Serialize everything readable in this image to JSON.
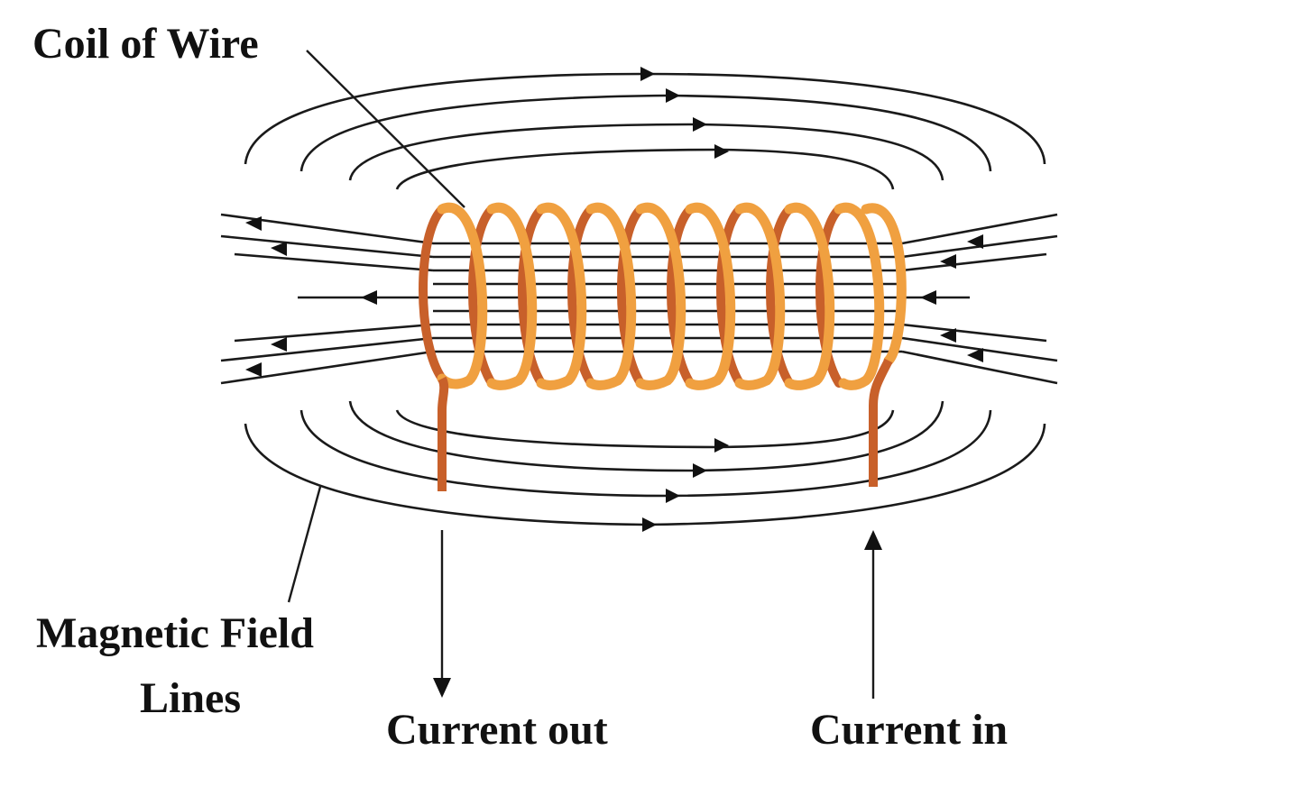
{
  "labels": {
    "coil_of_wire": "Coil of Wire",
    "magnetic_field_line1": "Magnetic Field",
    "magnetic_field_line2": "Lines",
    "current_out": "Current out",
    "current_in": "Current in"
  },
  "colors": {
    "coil_front": "#f0a040",
    "coil_back": "#c8602a",
    "field_lines": "#1a1a1a",
    "text": "#111111"
  }
}
